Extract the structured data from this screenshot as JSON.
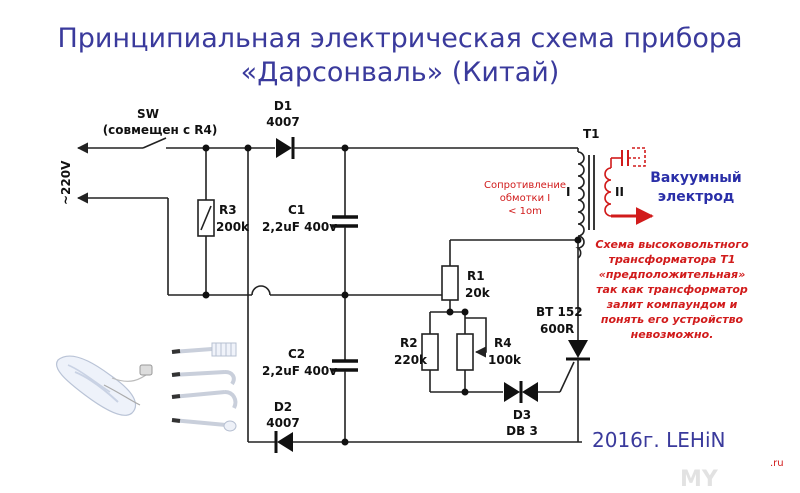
{
  "title": {
    "line1": "Принципиальная электрическая схема прибора",
    "line2": "«Дарсонваль» (Китай)"
  },
  "labels": {
    "sw": "SW",
    "sw_note": "(совмещен с R4)",
    "voltage": "~220V",
    "d1_name": "D1",
    "d1_value": "4007",
    "d2_name": "D2",
    "d2_value": "4007",
    "r3_name": "R3",
    "r3_value": "200k",
    "c1_name": "C1",
    "c1_value": "2,2uF 400v",
    "c2_name": "C2",
    "c2_value": "2,2uF 400v",
    "r1_name": "R1",
    "r1_value": "20k",
    "r2_name": "R2",
    "r2_value": "220k",
    "r4_name": "R4",
    "r4_value": "100k",
    "d3_name": "D3",
    "d3_value": "DB 3",
    "vt_name": "BT 152",
    "vt_value": "600R",
    "t1_name": "T1",
    "winding1": "I",
    "winding2": "II",
    "resistance_note": [
      "Сопротивление",
      "обмотки I",
      "< 1om"
    ],
    "electrode": [
      "Вакуумный",
      "электрод"
    ],
    "hv_note": [
      "Схема высоковольтного",
      "трансформатора T1",
      "«предположительная»",
      "так как трансформатор",
      "залит компаундом и",
      "понять его устройство",
      "невозможно."
    ],
    "signature": "2016г. LEHiN",
    "watermark": "MY",
    "watermark_ru": ".ru"
  },
  "colors": {
    "title": "#3a3a9c",
    "note_red": "#d11b1b",
    "electrode_blue": "#2a2fa8"
  }
}
